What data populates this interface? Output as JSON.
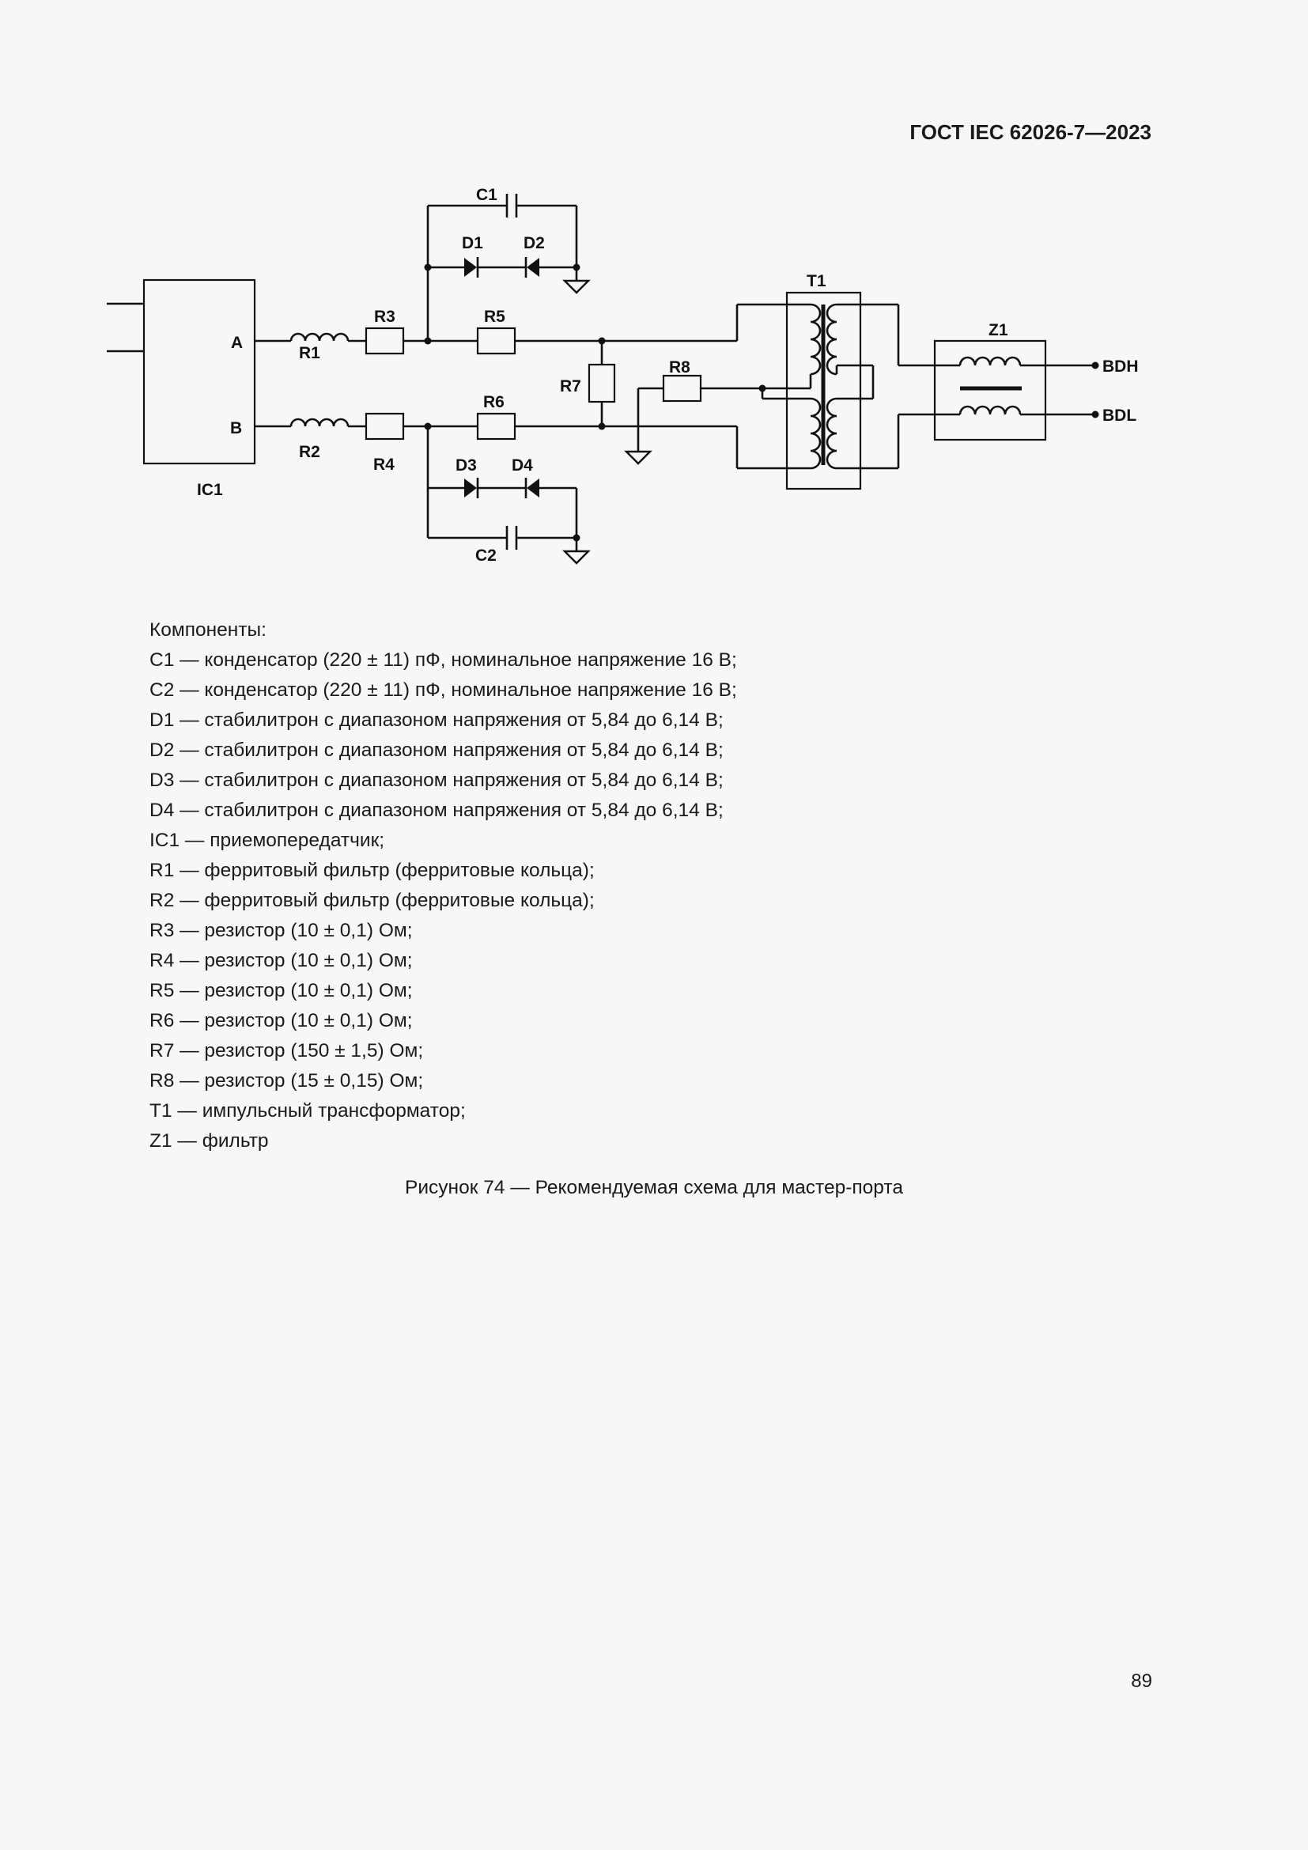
{
  "header": {
    "standard": "ГОСТ IEC 62026-7—2023"
  },
  "schematic": {
    "labels": {
      "ic1": "IC1",
      "a": "A",
      "b": "B",
      "r1": "R1",
      "r2": "R2",
      "r3": "R3",
      "r4": "R4",
      "r5": "R5",
      "r6": "R6",
      "r7": "R7",
      "r8": "R8",
      "c1": "C1",
      "c2": "C2",
      "d1": "D1",
      "d2": "D2",
      "d3": "D3",
      "d4": "D4",
      "t1": "T1",
      "z1": "Z1",
      "bdh": "BDH",
      "bdl": "BDL"
    }
  },
  "components": {
    "heading": "Компоненты:",
    "items": [
      "C1 — конденсатор (220 ± 11) пФ, номинальное напряжение 16 В;",
      "C2 — конденсатор (220 ± 11) пФ, номинальное напряжение 16 В;",
      "D1 — стабилитрон с диапазоном напряжения от 5,84 до 6,14 В;",
      "D2 — стабилитрон с диапазоном напряжения от 5,84 до 6,14 В;",
      "D3 — стабилитрон с диапазоном напряжения от 5,84 до 6,14 В;",
      "D4 — стабилитрон с диапазоном напряжения от 5,84 до 6,14 В;",
      "IC1 — приемопередатчик;",
      "R1 — ферритовый фильтр (ферритовые кольца);",
      "R2 — ферритовый фильтр (ферритовые кольца);",
      "R3 — резистор (10 ± 0,1) Ом;",
      "R4 — резистор (10 ± 0,1) Ом;",
      "R5 — резистор (10 ± 0,1) Ом;",
      "R6 — резистор (10 ± 0,1) Ом;",
      "R7 — резистор (150 ± 1,5) Ом;",
      "R8 — резистор (15 ± 0,15) Ом;",
      "T1 — импульсный трансформатор;",
      "Z1 — фильтр"
    ]
  },
  "caption": "Рисунок 74 — Рекомендуемая схема для мастер-порта",
  "page_number": "89"
}
